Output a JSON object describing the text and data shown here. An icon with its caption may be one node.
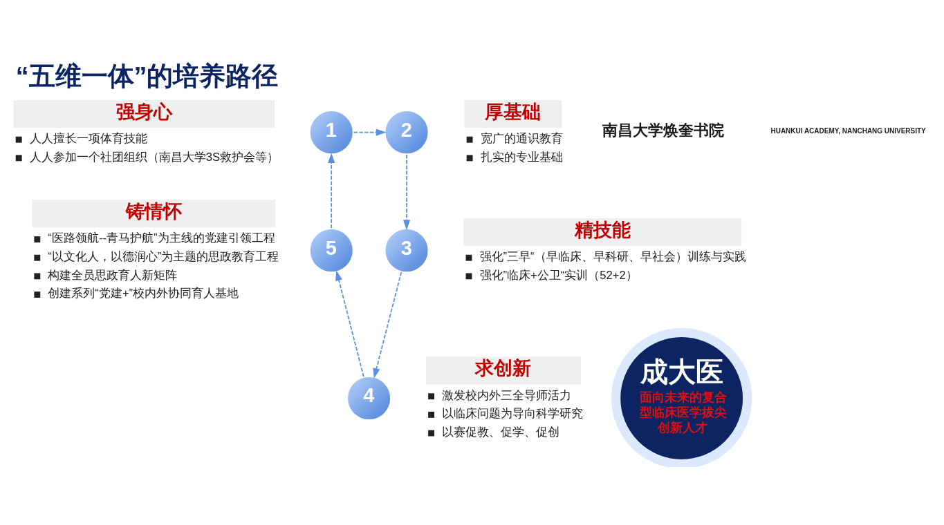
{
  "diagram": {
    "title": "“五维一体”的培养路径",
    "nodes": [
      {
        "text": [
          "强身心",
          "人人擅长一项体育技能",
          "人人参加一个社团组织（南昌大学3S救护会等）"
        ]
      },
      {
        "text": [
          "1"
        ]
      },
      {
        "text": [
          "2"
        ]
      },
      {
        "text": [
          "厚基础",
          "宽广的通识教育",
          "扎实的专业基础"
        ]
      },
      {
        "text": [
          "成大医",
          "面向未来的复合型临床医学拔尖创新人才"
        ]
      },
      {
        "text": [
          "3"
        ]
      },
      {
        "text": [
          "精技能",
          "强化”三早“（早临床、早科研、早社会）训练与实践",
          "强化”临床+公卫“实训（52+2）"
        ]
      },
      {
        "text": [
          "铸情怀",
          "“医路领航--青马护航”为主线的党建引领工程",
          "“以文化人，以德润心”为主题的思政教育工程",
          "构建全员思政育人新矩阵",
          "创建系列“党建+”校内外协同育人基地"
        ]
      },
      {
        "text": [
          "5"
        ]
      },
      {
        "text": [
          "4"
        ]
      },
      {
        "text": [
          "求创新",
          "激发校内外三全导师活力",
          "以临床问题为导向科学研究",
          "以赛促教、促学、促创"
        ]
      }
    ],
    "edges": [
      {
        "from": 1,
        "to": 2,
        "arrow": "to",
        "style": "dashed"
      },
      {
        "from": 2,
        "to": 5,
        "arrow": "to",
        "style": "dashed"
      },
      {
        "from": 5,
        "to": 9,
        "arrow": "to",
        "style": "dashed"
      },
      {
        "from": 9,
        "to": 8,
        "arrow": "to",
        "style": "dashed"
      },
      {
        "from": 8,
        "to": 1,
        "arrow": "to",
        "style": "dashed"
      }
    ],
    "labels": [
      "南昌大学焕奎书院",
      "HUANKUI ACADEMY, NANCHANG UNIVERSITY"
    ]
  }
}
